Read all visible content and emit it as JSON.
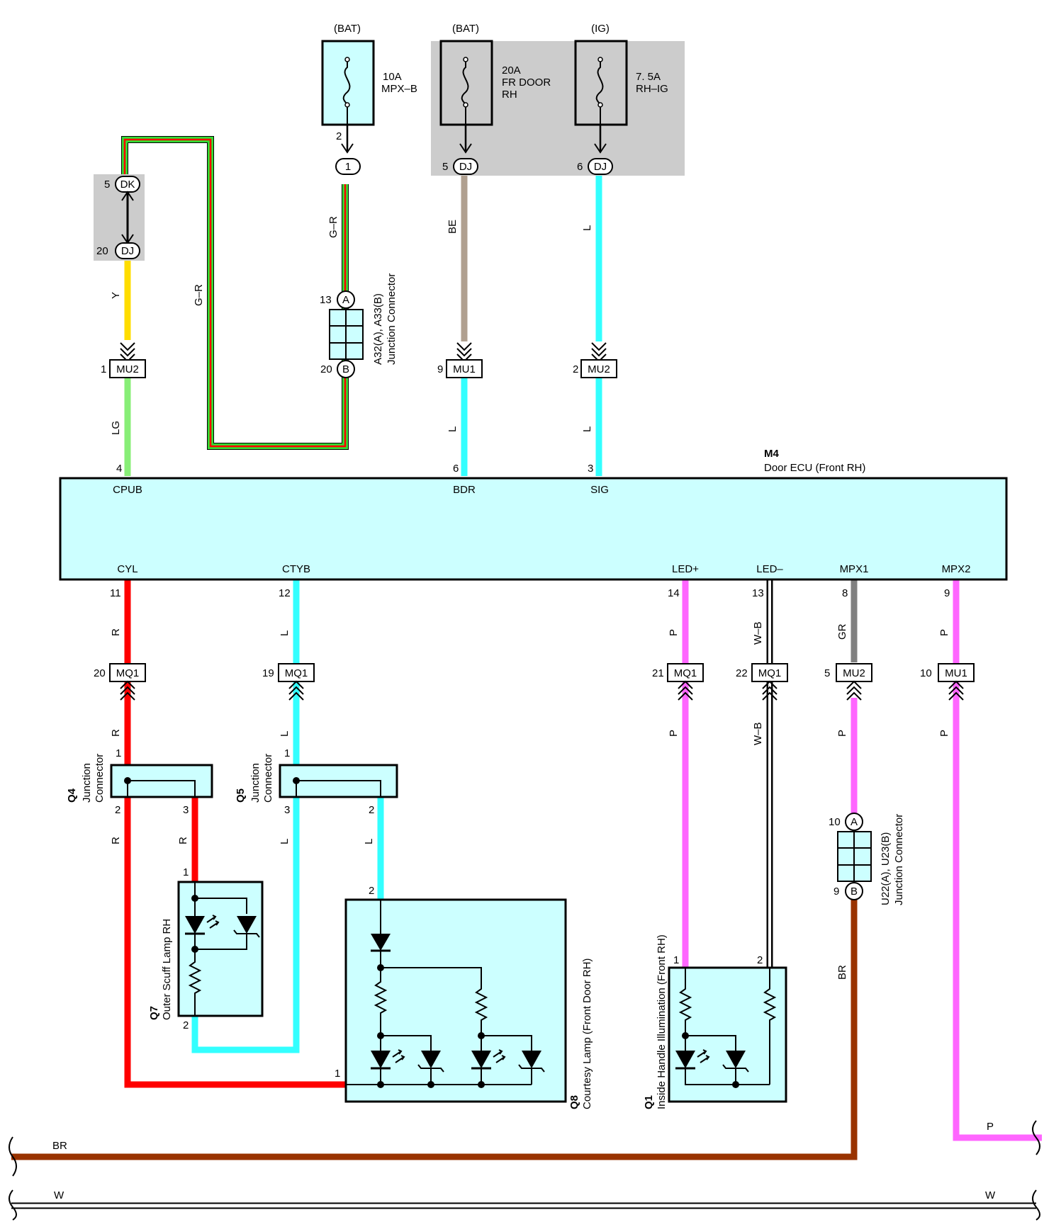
{
  "colors": {
    "component_fill": "#ccffff",
    "relay_block_fill": "#cccccc",
    "wire_R": "#ff0000",
    "wire_L": "#33ffff",
    "wire_P": "#ff66ff",
    "wire_GR": "#808080",
    "wire_BR": "#993300",
    "wire_BE": "#b0a090",
    "wire_Y": "#ffdd00",
    "wire_LG": "#88ee77",
    "wire_GR_stripe_base": "#33dd33",
    "wire_W": "#ffffff",
    "wire_WB_stripe": "#000000"
  },
  "fuses": [
    {
      "source": "(BAT)",
      "rating": "10A",
      "name": "MPX–B",
      "name2": ""
    },
    {
      "source": "(BAT)",
      "rating": "20A",
      "name": "FR DOOR",
      "name2": "RH"
    },
    {
      "source": "(IG)",
      "rating": "7. 5A",
      "name": "RH–IG",
      "name2": ""
    }
  ],
  "fuse_pins": {
    "mpxb_out": "2",
    "mpxb_conn": "1"
  },
  "dj_connectors": [
    {
      "pin": "5",
      "label": "DJ"
    },
    {
      "pin": "6",
      "label": "DJ"
    },
    {
      "pin": "5",
      "label": "DK"
    },
    {
      "pin": "20",
      "label": "DJ"
    }
  ],
  "junction_a32": {
    "title": "A32(A), A33(B)",
    "subtitle": "Junction Connector",
    "pin_a": "13",
    "label_a": "A",
    "pin_b": "20",
    "label_b": "B"
  },
  "junction_u22": {
    "title": "U22(A), U23(B)",
    "subtitle": "Junction Connector",
    "pin_a": "10",
    "label_a": "A",
    "pin_b": "9",
    "label_b": "B"
  },
  "upper_connectors": [
    {
      "pin": "1",
      "label": "MU2"
    },
    {
      "pin": "9",
      "label": "MU1"
    },
    {
      "pin": "2",
      "label": "MU2"
    }
  ],
  "lower_connectors": [
    {
      "pin": "20",
      "label": "MQ1"
    },
    {
      "pin": "19",
      "label": "MQ1"
    },
    {
      "pin": "21",
      "label": "MQ1"
    },
    {
      "pin": "22",
      "label": "MQ1"
    },
    {
      "pin": "5",
      "label": "MU2"
    },
    {
      "pin": "10",
      "label": "MU1"
    }
  ],
  "wire_labels": {
    "y": "Y",
    "lg": "LG",
    "gr_loop": "G–R",
    "gr_vert": "G–R",
    "be": "BE",
    "l_sig_up": "L",
    "l_bdr": "L",
    "l_sig": "L",
    "r_top": "R",
    "l_top": "L",
    "p_top": "P",
    "wb_top": "W–B",
    "gr_top": "GR",
    "p2_top": "P",
    "r_mid": "R",
    "l_mid": "L",
    "p_mid": "P",
    "wb_mid": "W–B",
    "p3_mid": "P",
    "p2_mid": "P",
    "r_q4_2": "R",
    "r_q4_3": "R",
    "l_q5_3": "L",
    "l_q5_2": "L",
    "br_vert": "BR",
    "br_bottom": "BR",
    "p_bottom": "P",
    "w_left": "W",
    "w_right": "W"
  },
  "ecu": {
    "code": "M4",
    "name": "Door ECU (Front RH)",
    "top_pins": [
      {
        "pin": "4",
        "name": "CPUB"
      },
      {
        "pin": "6",
        "name": "BDR"
      },
      {
        "pin": "3",
        "name": "SIG"
      }
    ],
    "bottom_pins": [
      {
        "pin": "11",
        "name": "CYL"
      },
      {
        "pin": "12",
        "name": "CTYB"
      },
      {
        "pin": "14",
        "name": "LED+"
      },
      {
        "pin": "13",
        "name": "LED–"
      },
      {
        "pin": "8",
        "name": "MPX1"
      },
      {
        "pin": "9",
        "name": "MPX2"
      }
    ]
  },
  "q4": {
    "code": "Q4",
    "line1": "Junction",
    "line2": "Connector",
    "pin_in": "1",
    "pin_2": "2",
    "pin_3": "3"
  },
  "q5": {
    "code": "Q5",
    "line1": "Junction",
    "line2": "Connector",
    "pin_in": "1",
    "pin_3": "3",
    "pin_2": "2"
  },
  "q7": {
    "code": "Q7",
    "name": "Outer Scuff Lamp RH",
    "pin_1": "1",
    "pin_2": "2"
  },
  "q8": {
    "code": "Q8",
    "name": "Courtesy Lamp (Front Door RH)",
    "pin_2": "2",
    "pin_1": "1"
  },
  "q1": {
    "code": "Q1",
    "name": "Inside Handle Illumination (Front RH)",
    "pin_1": "1",
    "pin_2": "2"
  }
}
